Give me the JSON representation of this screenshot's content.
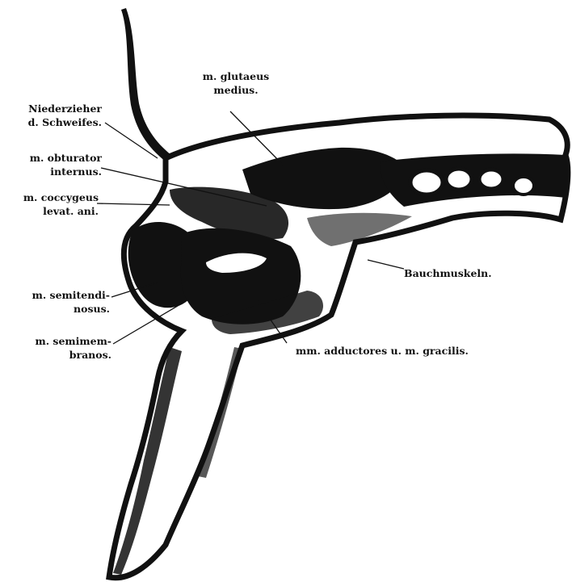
{
  "colors": {
    "ink": "#111111",
    "paper": "#ffffff"
  },
  "labels": {
    "glutaeus": [
      "m. glutaeus",
      "medius."
    ],
    "niederzieher": [
      "Niederzieher",
      "d. Schweifes."
    ],
    "obturator": [
      "m. obturator",
      "internus."
    ],
    "coccygeus": [
      "m. coccygeus",
      "levat. ani."
    ],
    "bauchmuskeln": "Bauchmuskeln.",
    "semitendinosus": [
      "m. semitendi-",
      "nosus."
    ],
    "semimembranosus": [
      "m. semimem-",
      "branos."
    ],
    "adductores": "mm. adductores u. m. gracilis."
  }
}
